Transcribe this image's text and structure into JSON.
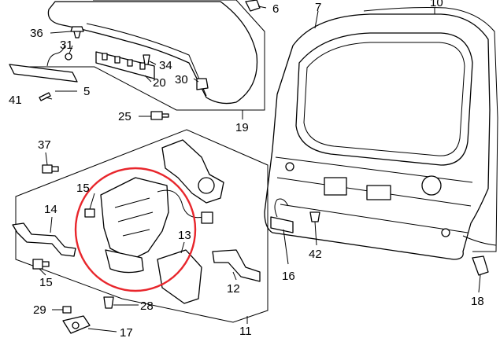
{
  "callouts": [
    "36",
    "31",
    "34",
    "20",
    "30",
    "41",
    "5",
    "25",
    "19",
    "6",
    "7",
    "10",
    "37",
    "15",
    "14",
    "15",
    "13",
    "16",
    "42",
    "12",
    "18",
    "29",
    "28",
    "17",
    "11"
  ],
  "colors": {
    "ink": "#000000",
    "paper": "#ffffff",
    "highlight": "#e8262c"
  }
}
